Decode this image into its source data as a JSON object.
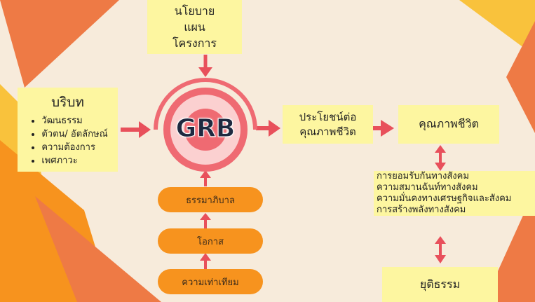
{
  "policy": {
    "lines": [
      "นโยบาย",
      "แผน",
      "โครงการ"
    ]
  },
  "context": {
    "title": "บริบท",
    "items": [
      "วัฒนธรรม",
      "ตัวตน/ อัตลักษณ์",
      "ความต้องการ",
      "เพศภาวะ"
    ]
  },
  "center": {
    "label": "GRB"
  },
  "principles": [
    "ธรรมาภิบาล",
    "โอกาส",
    "ความเท่าเทียม"
  ],
  "benefit": {
    "lines": [
      "ประโยชน์ต่อ",
      "คุณภาพชีวิต"
    ]
  },
  "quality": {
    "label": "คุณภาพชีวิต"
  },
  "social": {
    "items": [
      "การยอมรับกันทางสังคม",
      "ความสมานฉันท์ทางสังคม",
      "ความมั่นคงทางเศรษฐกิจและสังคม",
      "การสร้างพลังทางสังคม"
    ]
  },
  "justice": {
    "label": "ยุติธรรม"
  },
  "colors": {
    "arrow": "#e8505b",
    "pill": "#f7931e",
    "box": "#fdf6a0"
  }
}
